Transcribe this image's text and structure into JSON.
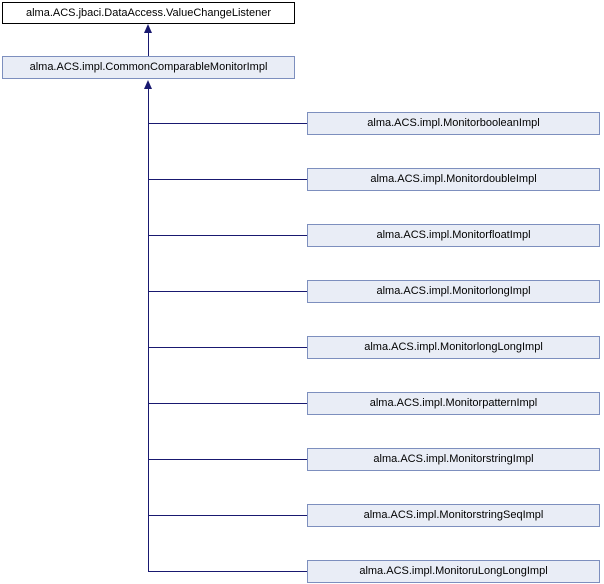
{
  "diagram": {
    "base_class": "alma.ACS.jbaci.DataAccess.ValueChangeListener",
    "derived_class": "alma.ACS.impl.CommonComparableMonitorImpl",
    "subclasses": [
      "alma.ACS.impl.MonitorbooleanImpl",
      "alma.ACS.impl.MonitordoubleImpl",
      "alma.ACS.impl.MonitorfloatImpl",
      "alma.ACS.impl.MonitorlongImpl",
      "alma.ACS.impl.MonitorlongLongImpl",
      "alma.ACS.impl.MonitorpatternImpl",
      "alma.ACS.impl.MonitorstringImpl",
      "alma.ACS.impl.MonitorstringSeqImpl",
      "alma.ACS.impl.MonitoruLongLongImpl"
    ],
    "colors": {
      "arrow_line": "#191970",
      "node_fill": "#e9edf6",
      "node_border": "#7d8fbe",
      "base_node_fill": "#ffffff",
      "base_node_border": "#000000",
      "text": "#000000"
    }
  }
}
